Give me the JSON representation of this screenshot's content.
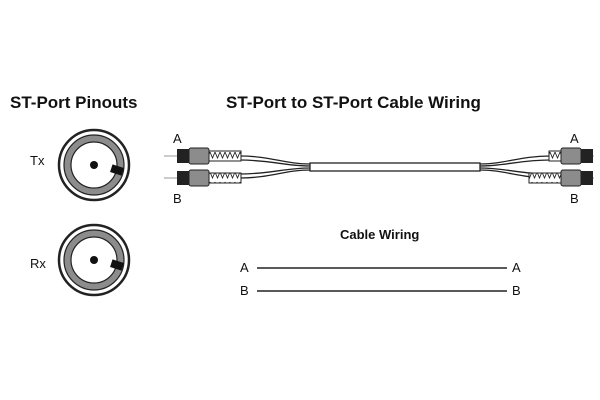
{
  "pinouts": {
    "title": "ST-Port Pinouts",
    "ports": [
      {
        "label": "Tx"
      },
      {
        "label": "Rx"
      }
    ]
  },
  "cable": {
    "title": "ST-Port to ST-Port Cable Wiring",
    "left_labels": [
      "A",
      "B"
    ],
    "right_labels": [
      "A",
      "B"
    ]
  },
  "wiring": {
    "title": "Cable Wiring",
    "rows": [
      {
        "left": "A",
        "right": "A"
      },
      {
        "left": "B",
        "right": "B"
      }
    ]
  },
  "colors": {
    "port_ring": "#8c8c8c",
    "outline": "#222222",
    "cable": "#555555"
  }
}
